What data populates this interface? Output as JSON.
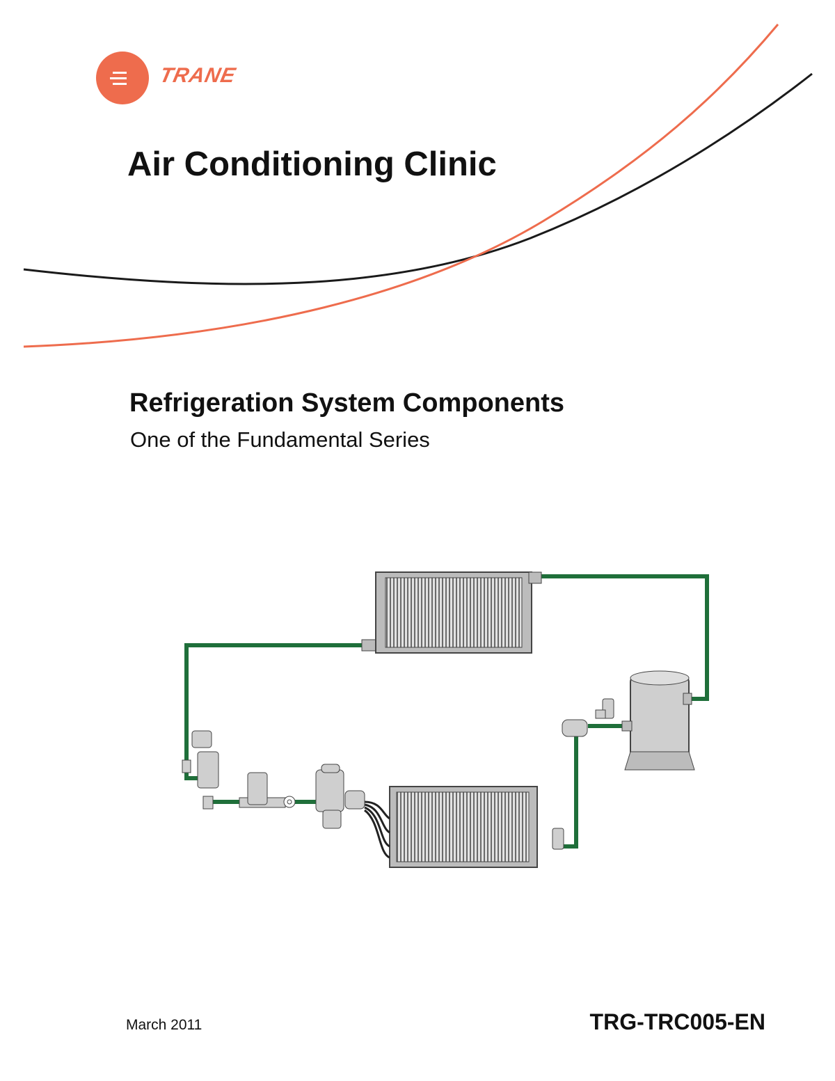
{
  "colors": {
    "brand": "#ee6c4d",
    "ink": "#1a1a1a",
    "pipe": "#1f6f3a",
    "coil_frame": "#bcbcbc",
    "fins": "#6a6a6a"
  },
  "cover": {
    "logo_text": "TRANE",
    "series_title": "Air Conditioning Clinic",
    "title": "Refrigeration System Components",
    "subtitle": "One of the Fundamental Series",
    "date": "March 2011",
    "doc_number": "TRG-TRC005-EN"
  },
  "illustration": {
    "icon": "refrigeration-cycle-diagram"
  }
}
